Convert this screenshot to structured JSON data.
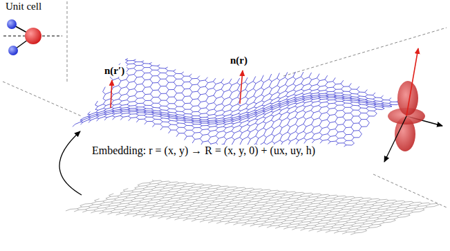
{
  "diagram": {
    "labels": [
      "Unit cell",
      "n(r′)",
      "n(r)",
      "Embedding: r = (x, y) → R = (x, y, 0) + (ux, uy, h)"
    ]
  }
}
